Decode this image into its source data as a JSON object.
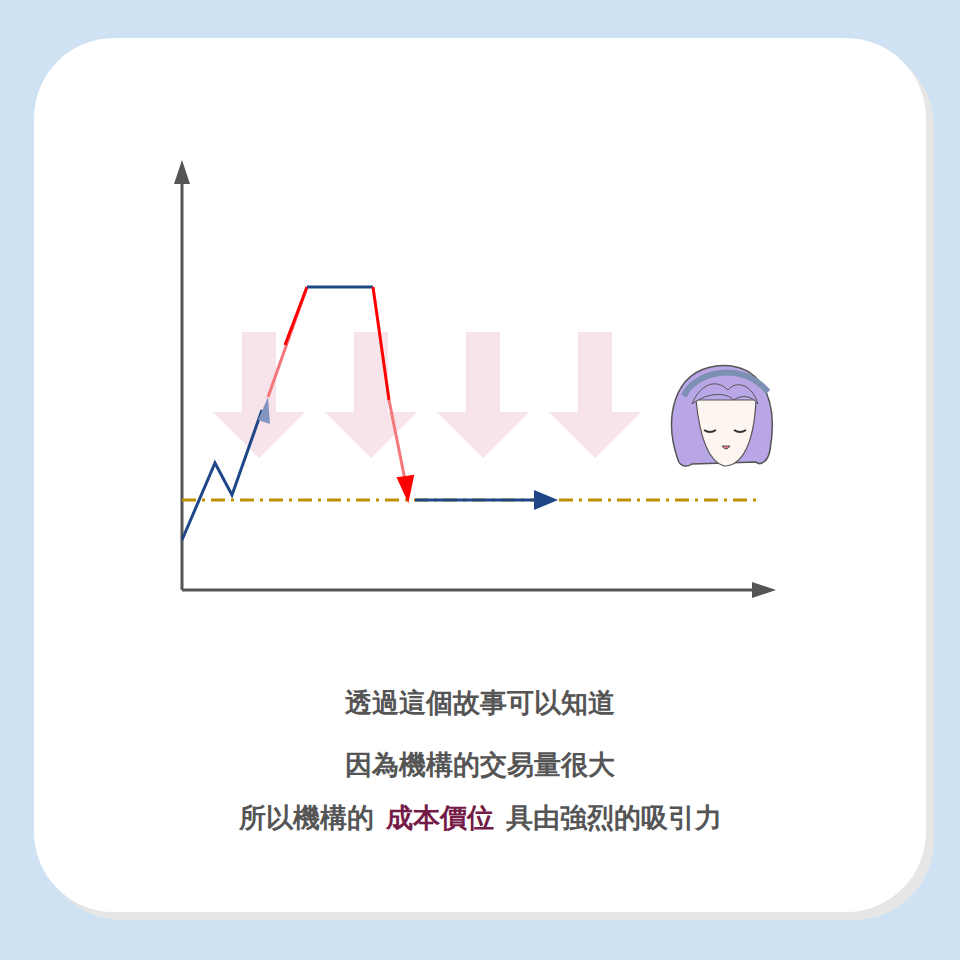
{
  "diagram": {
    "labels": [
      "透過這個故事可以知道",
      "因為機構的交易量很大",
      "所以機構的",
      "成本價位",
      "具由強烈的吸引力"
    ]
  }
}
